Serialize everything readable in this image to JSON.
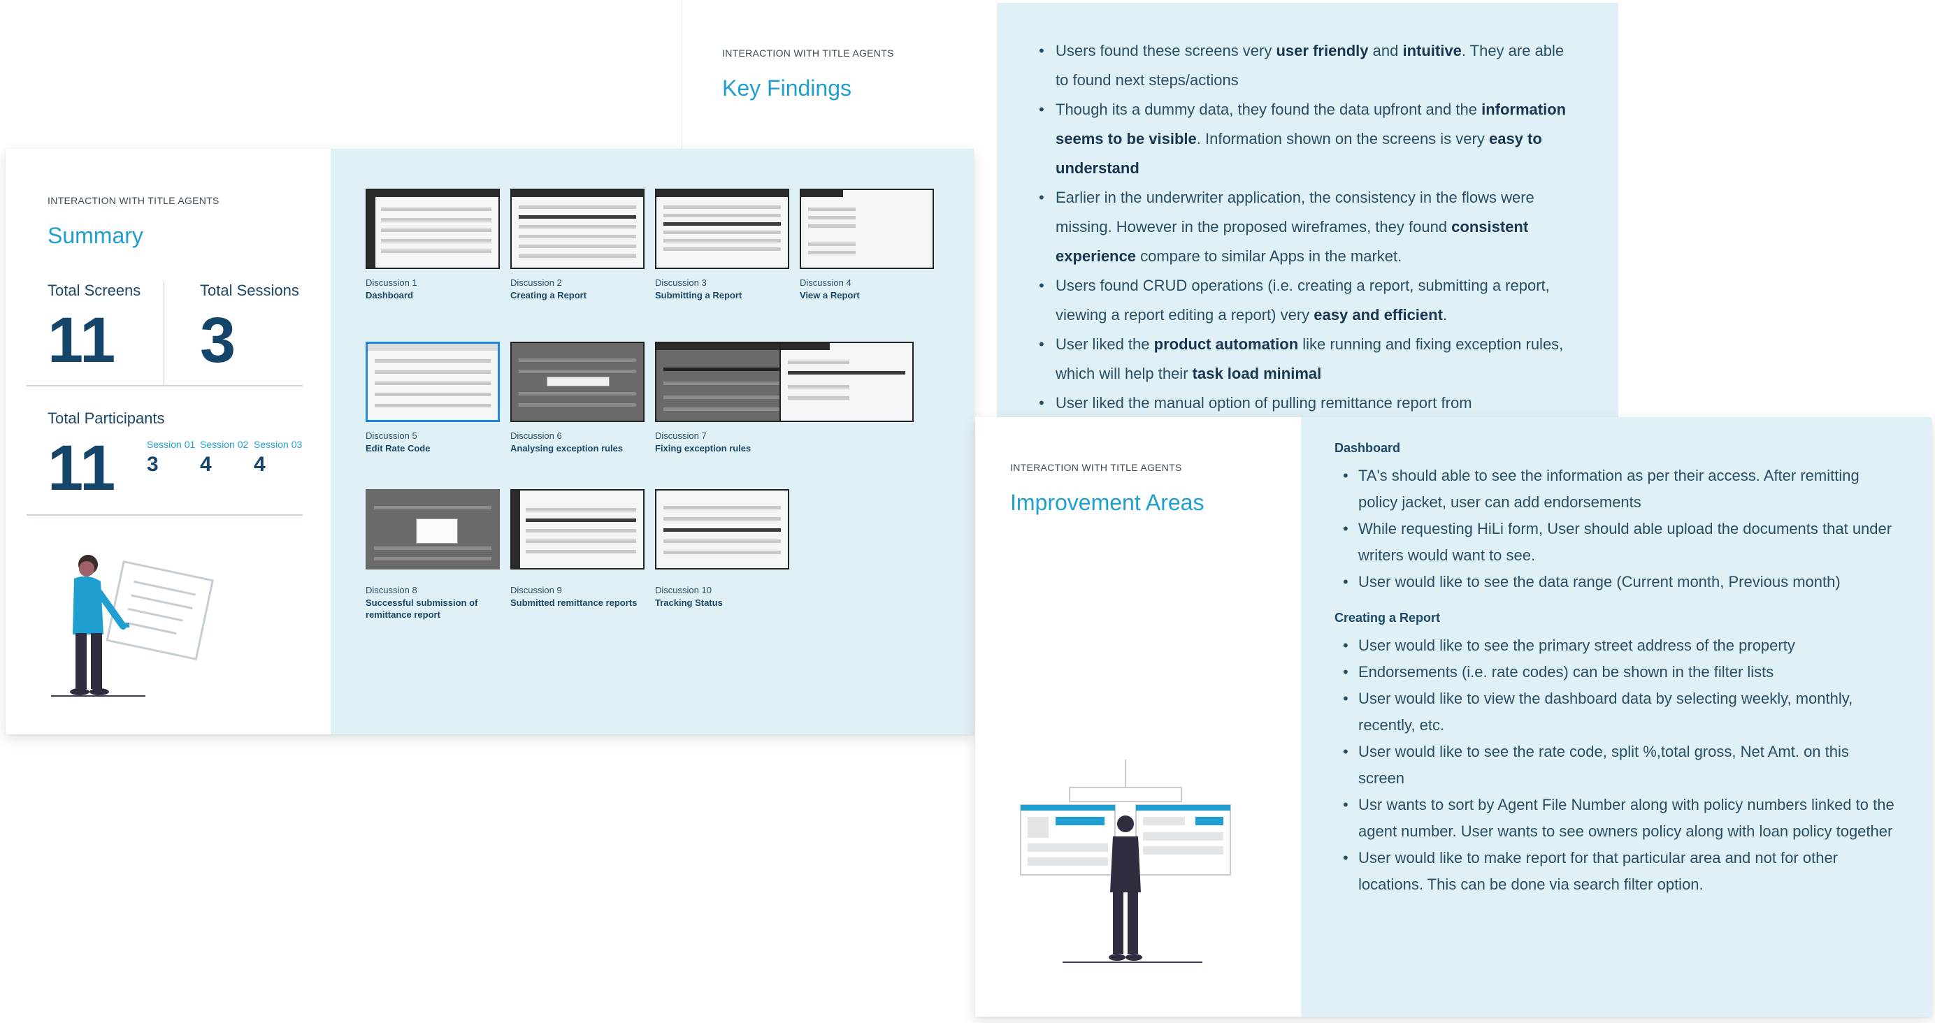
{
  "key_findings": {
    "eyebrow": "INTERACTION WITH TITLE AGENTS",
    "title": "Key Findings",
    "items": [
      [
        "Users found these screens very ",
        "user friendly",
        " and ",
        "intuitive",
        ". They are able to found next steps/actions"
      ],
      [
        "Though its a dummy data, they found the data upfront and the ",
        "information seems to be visible",
        ". Information shown on the screens is very ",
        "easy to understand",
        ""
      ],
      [
        "Earlier in the underwriter application, the consistency in the flows were missing. However in the proposed wireframes, they found ",
        "consistent experience",
        " compare to similar Apps in the market.",
        "",
        ""
      ],
      [
        "Users found CRUD operations (i.e. creating a report, submitting a report, viewing a report editing a report) very ",
        "easy and efficient",
        ".",
        "",
        ""
      ],
      [
        "User liked the ",
        "product automation",
        " like running and fixing exception rules, which will help their ",
        "task load minimal",
        ""
      ],
      [
        "User liked the manual option of pulling remittance report from",
        "",
        "",
        "",
        ""
      ]
    ]
  },
  "summary": {
    "eyebrow": "INTERACTION WITH TITLE AGENTS",
    "title": "Summary",
    "total_screens_label": "Total Screens",
    "total_screens": "11",
    "total_sessions_label": "Total Sessions",
    "total_sessions": "3",
    "total_participants_label": "Total Participants",
    "total_participants": "11",
    "sessions": [
      {
        "label": "Session 01",
        "value": "3"
      },
      {
        "label": "Session 02",
        "value": "4"
      },
      {
        "label": "Session 03",
        "value": "4"
      }
    ],
    "discussions": [
      {
        "num": "Discussion 1",
        "title": "Dashboard"
      },
      {
        "num": "Discussion 2",
        "title": "Creating a Report"
      },
      {
        "num": "Discussion 3",
        "title": "Submitting a Report"
      },
      {
        "num": "Discussion 4",
        "title": "View a Report"
      },
      {
        "num": "Discussion 5",
        "title": "Edit Rate Code"
      },
      {
        "num": "Discussion 6",
        "title": "Analysing exception rules"
      },
      {
        "num": "Discussion 7",
        "title": "Fixing exception rules"
      },
      {
        "num": "Discussion 8",
        "title": "Successful submission of remittance report"
      },
      {
        "num": "Discussion 9",
        "title": "Submitted remittance reports"
      },
      {
        "num": "Discussion 10",
        "title": "Tracking Status"
      }
    ]
  },
  "improvement": {
    "eyebrow": "INTERACTION WITH TITLE AGENTS",
    "title": "Improvement Areas",
    "sections": [
      {
        "heading": "Dashboard",
        "items": [
          "TA's should able to see the information as per their access. After remitting policy jacket, user can add endorsements",
          "While requesting HiLi form, User should able upload the documents that under writers would want to see.",
          "User would like to see the data range (Current month, Previous month)"
        ]
      },
      {
        "heading": "Creating a Report",
        "items": [
          "User would like to see the primary street address of the property",
          "Endorsements (i.e. rate codes) can be shown in the filter lists",
          "User would like to view the dashboard data by selecting weekly, monthly, recently, etc.",
          "User would like to see the rate code, split %,total gross, Net Amt. on this screen",
          "Usr wants to sort by Agent File Number along with policy numbers linked to the agent number. User wants to see owners policy along with loan policy together",
          "User would like to make report for that particular area and not for other locations. This can be done via search filter option."
        ]
      }
    ]
  },
  "colors": {
    "accent": "#1f9fcf",
    "navy": "#15466a",
    "panel": "#dff1f6",
    "active_thumb": "#1e88e5"
  }
}
